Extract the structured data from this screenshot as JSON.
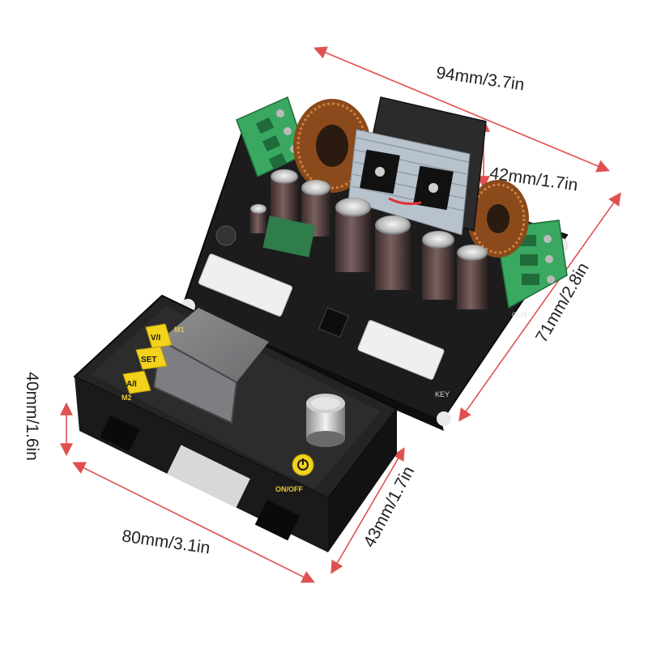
{
  "dimensions": {
    "board_width": "94mm/3.7in",
    "board_height": "42mm/1.7in",
    "board_depth": "71mm/2.8in",
    "module_height": "40mm/1.6in",
    "module_width": "80mm/3.1in",
    "module_depth": "43mm/1.7in"
  },
  "panel": {
    "m1_label": "M1",
    "v_button": "V/I",
    "set_button": "SET",
    "a_button": "A/I",
    "m2_label": "M2",
    "power_label": "ON/OFF"
  },
  "board": {
    "key_label": "KEY",
    "out_label": "OUT-"
  },
  "colors": {
    "dimension_line": "#e05050",
    "button_yellow": "#f2d21b",
    "pcb_black": "#1c1c1c",
    "terminal_green": "#3aa860",
    "copper": "#b8652a"
  }
}
